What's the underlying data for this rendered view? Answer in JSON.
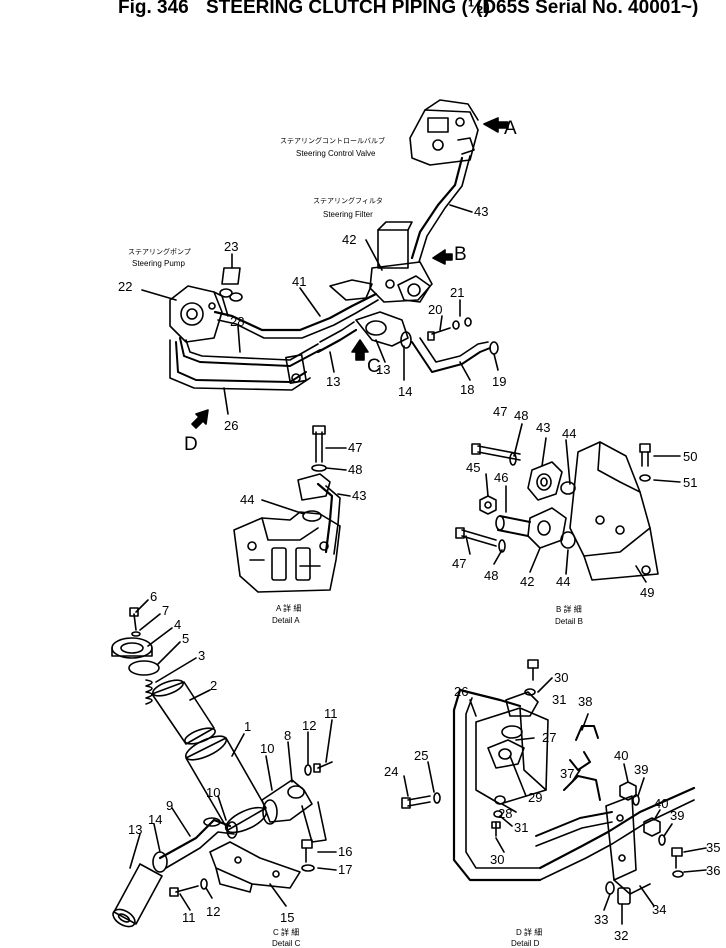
{
  "header": {
    "figure": "Fig. 346",
    "title": "STEERING CLUTCH PIPING (½)",
    "serial": "(D65S Serial No. 40001~)"
  },
  "components": {
    "control_valve": {
      "jp": "ステアリングコントロールバルブ",
      "en": "Steering Control Valve"
    },
    "filter": {
      "jp": "ステアリングフィルタ",
      "en": "Steering Filter"
    },
    "pump": {
      "jp": "ステアリングポンプ",
      "en": "Steering Pump"
    }
  },
  "view_markers": {
    "a": "A",
    "b": "B",
    "c": "C",
    "d": "D"
  },
  "details": {
    "a": {
      "jp": "A 詳 細",
      "en": "Detail A"
    },
    "b": {
      "jp": "B 詳 細",
      "en": "Detail B"
    },
    "c": {
      "jp": "C 詳 細",
      "en": "Detail C"
    },
    "d": {
      "jp": "D 詳 細",
      "en": "Detail D"
    }
  },
  "callouts": {
    "main": [
      "43",
      "42",
      "23",
      "22",
      "41",
      "28",
      "21",
      "20",
      "13",
      "13",
      "14",
      "18",
      "19",
      "26"
    ],
    "detail_a": [
      "47",
      "48",
      "44",
      "43"
    ],
    "detail_b": [
      "47",
      "48",
      "43",
      "44",
      "45",
      "46",
      "50",
      "51",
      "47",
      "48",
      "42",
      "44",
      "49"
    ],
    "detail_c": [
      "6",
      "7",
      "4",
      "5",
      "3",
      "2",
      "1",
      "12",
      "11",
      "10",
      "8",
      "10",
      "9",
      "14",
      "13",
      "16",
      "17",
      "11",
      "12",
      "15"
    ],
    "detail_d": [
      "30",
      "31",
      "26",
      "38",
      "27",
      "25",
      "24",
      "40",
      "39",
      "37",
      "28",
      "29",
      "31",
      "40",
      "39",
      "35",
      "30",
      "36",
      "33",
      "34",
      "32"
    ]
  }
}
